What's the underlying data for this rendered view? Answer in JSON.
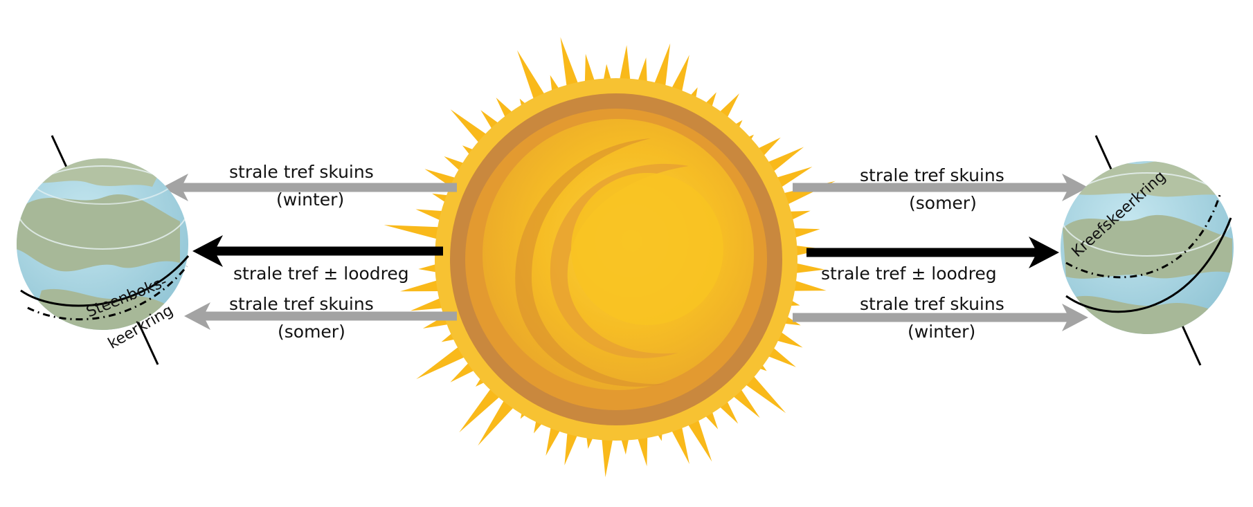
{
  "labels": {
    "left_top_line1": "strale tref skuins",
    "left_top_line2": "(winter)",
    "left_mid": "strale tref ± loodreg",
    "left_bot_line1": "strale tref skuins",
    "left_bot_line2": "(somer)",
    "right_top_line1": "strale tref skuins",
    "right_top_line2": "(somer)",
    "right_mid": "strale tref ± loodreg",
    "right_bot_line1": "strale tref skuins",
    "right_bot_line2": "(winter)"
  },
  "globes": {
    "left_tropic_line1": "Steenboks-",
    "left_tropic_line2": "keerkring",
    "right_tropic": "Kreefskeerkring"
  },
  "colors": {
    "oblique_arrow": "#a3a3a3",
    "direct_arrow": "#000000",
    "sun_core": "#f7c11e",
    "sun_ring": "#c98a3e",
    "sun_rays": "#f9b91a",
    "ocean": "#a9d6e3",
    "land": "#a7b898"
  }
}
